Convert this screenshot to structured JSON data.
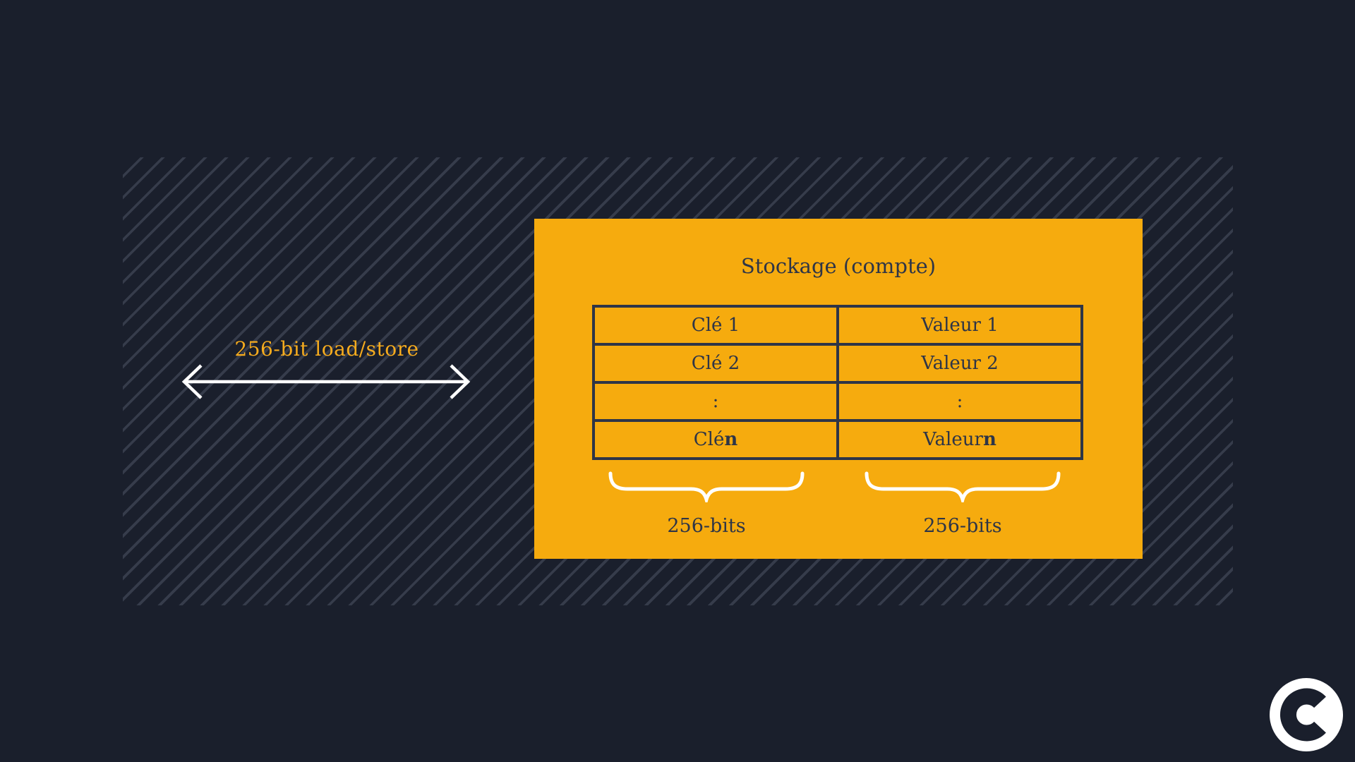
{
  "palette": {
    "background": "#1a1f2c",
    "stripe": "#363c4b",
    "card_orange": "#f6ab0e",
    "dark_text": "#2e3547",
    "amber_text": "#f5ab1e",
    "white": "#ffffff"
  },
  "arrow": {
    "label": "256-bit load/store"
  },
  "storage": {
    "title": "Stockage (compte)",
    "table": {
      "rows": [
        {
          "key": {
            "text": "Clé 1",
            "bold": ""
          },
          "value": {
            "text": "Valeur 1",
            "bold": ""
          }
        },
        {
          "key": {
            "text": "Clé 2",
            "bold": ""
          },
          "value": {
            "text": "Valeur 2",
            "bold": ""
          }
        },
        {
          "key": {
            "text": ":",
            "bold": ""
          },
          "value": {
            "text": ":",
            "bold": ""
          }
        },
        {
          "key": {
            "text": "Clé ",
            "bold": "n"
          },
          "value": {
            "text": "Valeur ",
            "bold": "n"
          }
        }
      ]
    },
    "brace_labels": {
      "left": "256-bits",
      "right": "256-bits"
    }
  },
  "logo": {
    "letter": "C"
  }
}
